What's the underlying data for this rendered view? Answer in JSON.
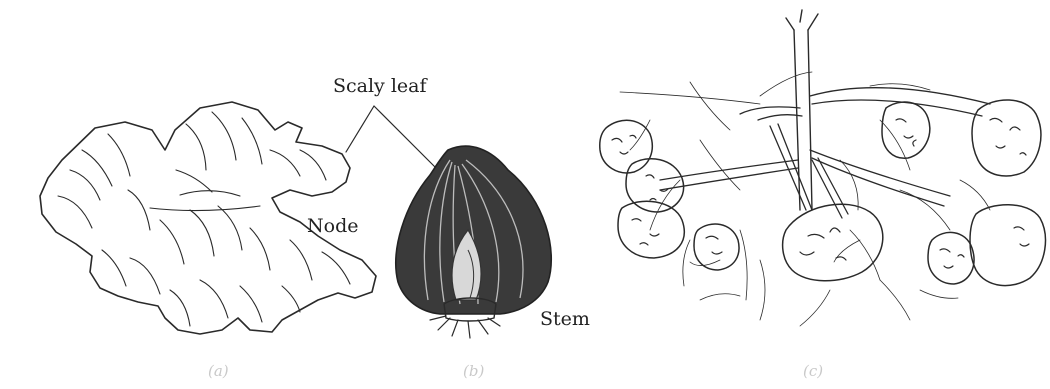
{
  "labels": {
    "scaly_leaf": "Scaly leaf",
    "node": "Node",
    "stem": "Stem"
  },
  "captions": {
    "a": "(a)",
    "b": "(b)",
    "c": "(c)"
  },
  "colors": {
    "ink": "#2a2a2a",
    "rhizome_fill": "#e6e6e6",
    "bulb_dark": "#3a3a3a",
    "tuber_fill": "#e2e2e2",
    "caption": "#c9c9c9"
  }
}
